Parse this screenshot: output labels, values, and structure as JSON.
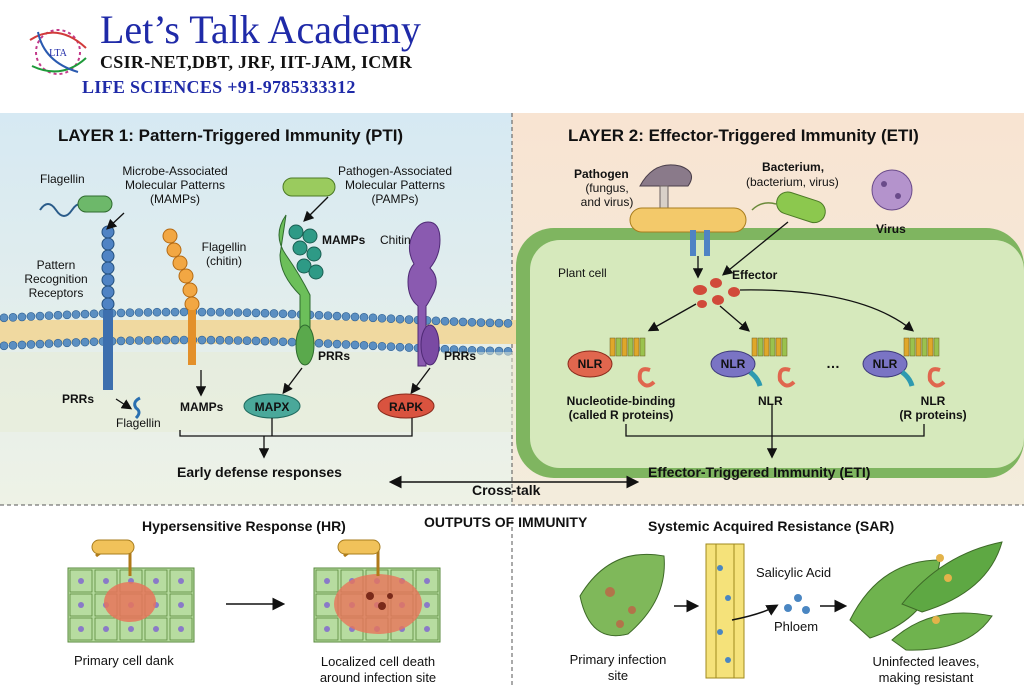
{
  "brand": {
    "title": "Let’s Talk Academy",
    "subtitle": "CSIR-NET,DBT, JRF, IIT-JAM, ICMR",
    "contact": "LIFE SCIENCES   +91-9785333312",
    "logo_text": "LTA"
  },
  "layer1": {
    "title": "LAYER 1: Pattern-Triggered Immunity (PTI)",
    "flagellin_top": "Flagellin",
    "mamps_header": "Microbe-Associated\nMolecular Patterns\n(MAMPs)",
    "pamps_header": "Pathogen-Associated\nMolecular Patterns\n(PAMPs)",
    "prr_receptors": "Pattern\nRecognition\nReceptors",
    "flagellin_chitin": "Flagellin\n(chitin)",
    "mamps_arrow": "MAMPs",
    "chitin": "Chitin",
    "prrs_left": "PRRs",
    "flagellin_bottom": "Flagellin",
    "mamps_bottom": "MAMPs",
    "prrs_green": "PRRs",
    "prrs_purple": "PRRs",
    "mapx": "MAPX",
    "rapk": "RAPK",
    "early_defense": "Early defense responses"
  },
  "layer2": {
    "title": "LAYER 2: Effector-Triggered Immunity (ETI)",
    "pathogen": "Pathogen",
    "pathogen_sub": "(fungus,\nand virus)",
    "bacterium": "Bacterium,",
    "bacterium_sub": "(bacterium, virus)",
    "virus": "Virus",
    "plant_cell": "Plant cell",
    "effector": "Effector",
    "nlr_label": "NLR",
    "nucleotide_binding": "Nucleotide-binding\n(called R proteins)",
    "nlr_mid": "NLR",
    "nlr_right": "NLR\n(R proteins)",
    "ellipsis": "…",
    "eti": "Effector-Triggered Immunity (ETI)"
  },
  "crosstalk": "Cross-talk",
  "outputs": {
    "title": "OUTPUTS OF IMMUNITY",
    "hr_title": "Hypersensitive Response (HR)",
    "hr_primary": "Primary cell dank",
    "hr_localized": "Localized cell death\naround infection site",
    "sar_title": "Systemic Acquired Resistance (SAR)",
    "sar_primary": "Primary infection\nsite",
    "salicylic": "Salicylic Acid",
    "phloem": "Phloem",
    "uninfected": "Uninfected leaves,\nmaking resistant"
  },
  "colors": {
    "brand_blue": "#1f2aa8",
    "pti_bg": "#dcecf2",
    "eti_bg": "#f7e6d6",
    "plant_cell_green": "#cde3b0",
    "membrane_blue": "#5b8fc2",
    "mapx_teal": "#4aa89a",
    "rapk_red": "#d9533f",
    "nlr_red": "#e0664e",
    "nlr_purple": "#7a74c4"
  }
}
